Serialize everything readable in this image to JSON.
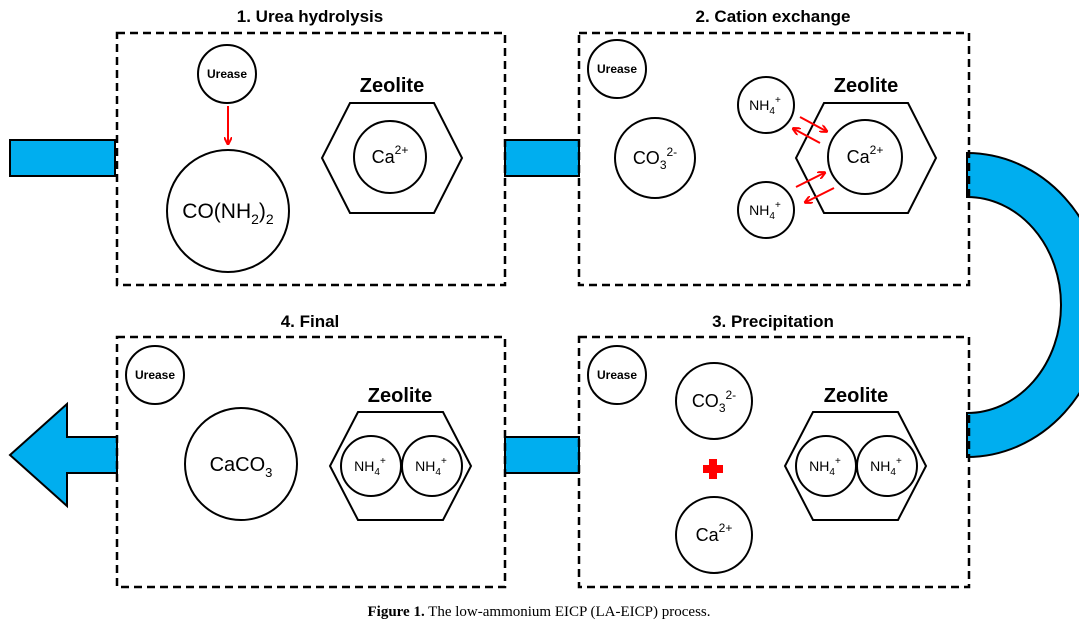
{
  "colors": {
    "accent": "#00aeef",
    "reaction_arrow": "#ff0000",
    "line": "#000000"
  },
  "panels": {
    "p1": {
      "title": "1. Urea hydrolysis",
      "urease": "Urease",
      "zeolite": "Zeolite",
      "urea_main": "CO(NH",
      "urea_sub": "2",
      "urea_close": ")",
      "urea_sub2": "2",
      "ca_main": "Ca",
      "ca_sup": "2+"
    },
    "p2": {
      "title": "2. Cation exchange",
      "urease": "Urease",
      "zeolite": "Zeolite",
      "co3_main": "CO",
      "co3_sub": "3",
      "co3_sup": "2-",
      "ca_main": "Ca",
      "ca_sup": "2+",
      "nh4_main": "NH",
      "nh4_sub": "4",
      "nh4_sup": "+"
    },
    "p3": {
      "title": "3. Precipitation",
      "urease": "Urease",
      "zeolite": "Zeolite",
      "co3_main": "CO",
      "co3_sub": "3",
      "co3_sup": "2-",
      "ca_main": "Ca",
      "ca_sup": "2+",
      "plus": "+",
      "nh4_main": "NH",
      "nh4_sub": "4",
      "nh4_sup": "+"
    },
    "p4": {
      "title": "4. Final",
      "urease": "Urease",
      "zeolite": "Zeolite",
      "caco3_main": "CaCO",
      "caco3_sub": "3",
      "nh4_main": "NH",
      "nh4_sub": "4",
      "nh4_sup": "+"
    }
  },
  "caption": {
    "prefix": "Figure 1.",
    "text": " The low-ammonium EICP (LA-EICP) process."
  }
}
